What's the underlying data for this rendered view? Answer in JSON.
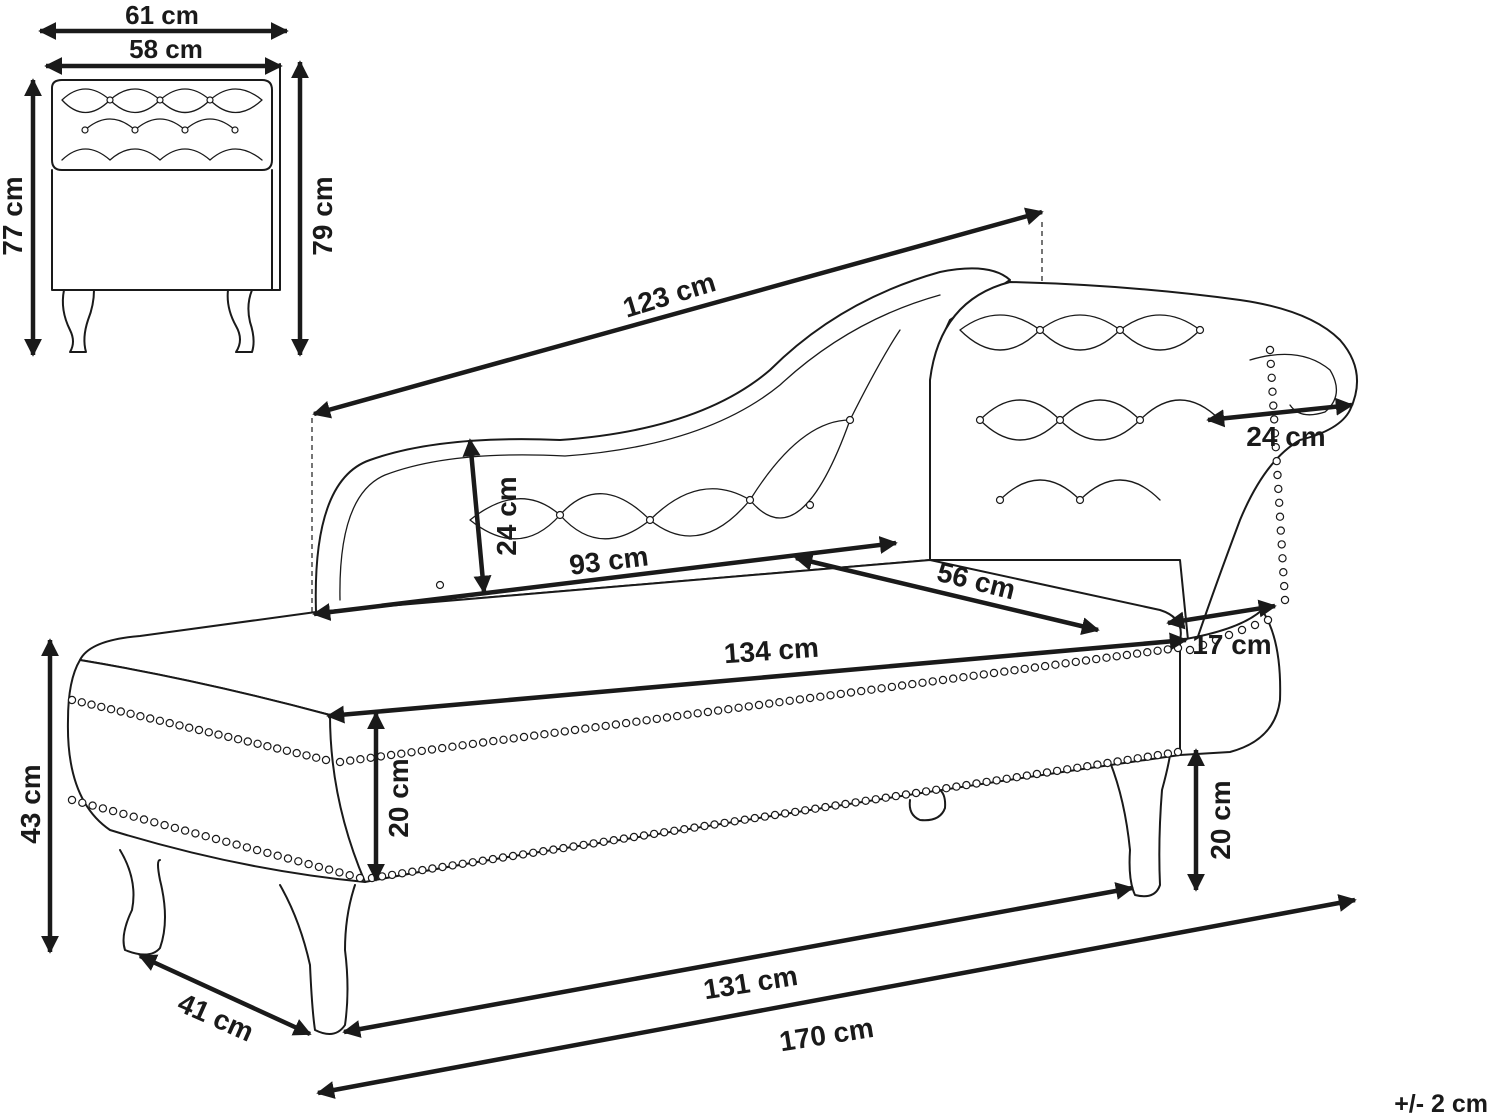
{
  "colors": {
    "line": "#1a1a1a",
    "background": "#ffffff"
  },
  "dimensions": {
    "side_outer_width": "61 cm",
    "side_inner_width": "58 cm",
    "side_height_front": "77 cm",
    "side_height_back": "79 cm",
    "backrest_length": "123 cm",
    "backrest_height": "24 cm",
    "armrest_depth": "24 cm",
    "seat_back_length": "93 cm",
    "seat_depth_right": "56 cm",
    "seat_length": "134 cm",
    "arm_width": "17 cm",
    "seat_front_height": "20 cm",
    "leg_height": "20 cm",
    "total_height": "43 cm",
    "leg_span": "131 cm",
    "total_depth": "41 cm",
    "total_length": "170 cm"
  },
  "tolerance": "+/- 2 cm"
}
